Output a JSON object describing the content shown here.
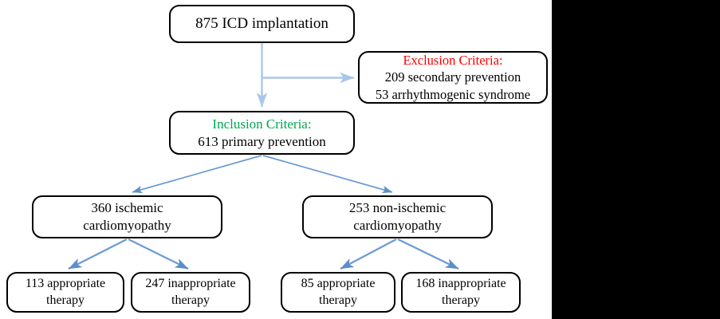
{
  "diagram": {
    "type": "flowchart",
    "title": "ICD implantation patient selection flowchart",
    "colors": {
      "arrow_light": "#a9c8e8",
      "arrow_dark": "#5b8fc9",
      "box_border": "#000000",
      "background": "#ffffff",
      "panel": "#000000",
      "exclusion_heading": "#ff0000",
      "inclusion_heading": "#00a651",
      "text": "#000000"
    },
    "nodes": {
      "total": {
        "id": "total-icd-implantation",
        "lines": [
          "875 ICD implantation"
        ],
        "count": 875
      },
      "exclusion": {
        "id": "exclusion-criteria",
        "heading": "Exclusion Criteria:",
        "lines": [
          "209 secondary prevention",
          "53 arrhythmogenic syndrome"
        ],
        "counts": [
          209,
          53
        ]
      },
      "inclusion": {
        "id": "inclusion-criteria",
        "heading": "Inclusion Criteria:",
        "lines": [
          "613 primary prevention"
        ],
        "count": 613
      },
      "ischemic": {
        "id": "ischemic-cardiomyopathy",
        "line1": "360 ischemic",
        "line2": "cardiomyopathy",
        "count": 360
      },
      "nonischemic": {
        "id": "non-ischemic-cardiomyopathy",
        "line1": "253 non-ischemic",
        "line2": "cardiomyopathy",
        "count": 253
      },
      "ischemic_appropriate": {
        "id": "ischemic-appropriate-therapy",
        "line1": "113 appropriate",
        "line2": "therapy",
        "count": 113
      },
      "ischemic_inappropriate": {
        "id": "ischemic-inappropriate-therapy",
        "line1": "247 inappropriate",
        "line2": "therapy",
        "count": 247
      },
      "nonischemic_appropriate": {
        "id": "non-ischemic-appropriate-therapy",
        "line1": "85 appropriate",
        "line2": "therapy",
        "count": 85
      },
      "nonischemic_inappropriate": {
        "id": "non-ischemic-inappropriate-therapy",
        "line1": "168 inappropriate",
        "line2": "therapy",
        "count": 168
      }
    },
    "edges": [
      {
        "from": "total",
        "to": "exclusion",
        "style": "elbow-right"
      },
      {
        "from": "total",
        "to": "inclusion",
        "style": "vertical"
      },
      {
        "from": "inclusion",
        "to": "ischemic",
        "style": "diagonal-left"
      },
      {
        "from": "inclusion",
        "to": "nonischemic",
        "style": "diagonal-right"
      },
      {
        "from": "ischemic",
        "to": "ischemic_appropriate",
        "style": "diagonal-left"
      },
      {
        "from": "ischemic",
        "to": "ischemic_inappropriate",
        "style": "diagonal-right"
      },
      {
        "from": "nonischemic",
        "to": "nonischemic_appropriate",
        "style": "diagonal-left"
      },
      {
        "from": "nonischemic",
        "to": "nonischemic_inappropriate",
        "style": "diagonal-right"
      }
    ]
  }
}
